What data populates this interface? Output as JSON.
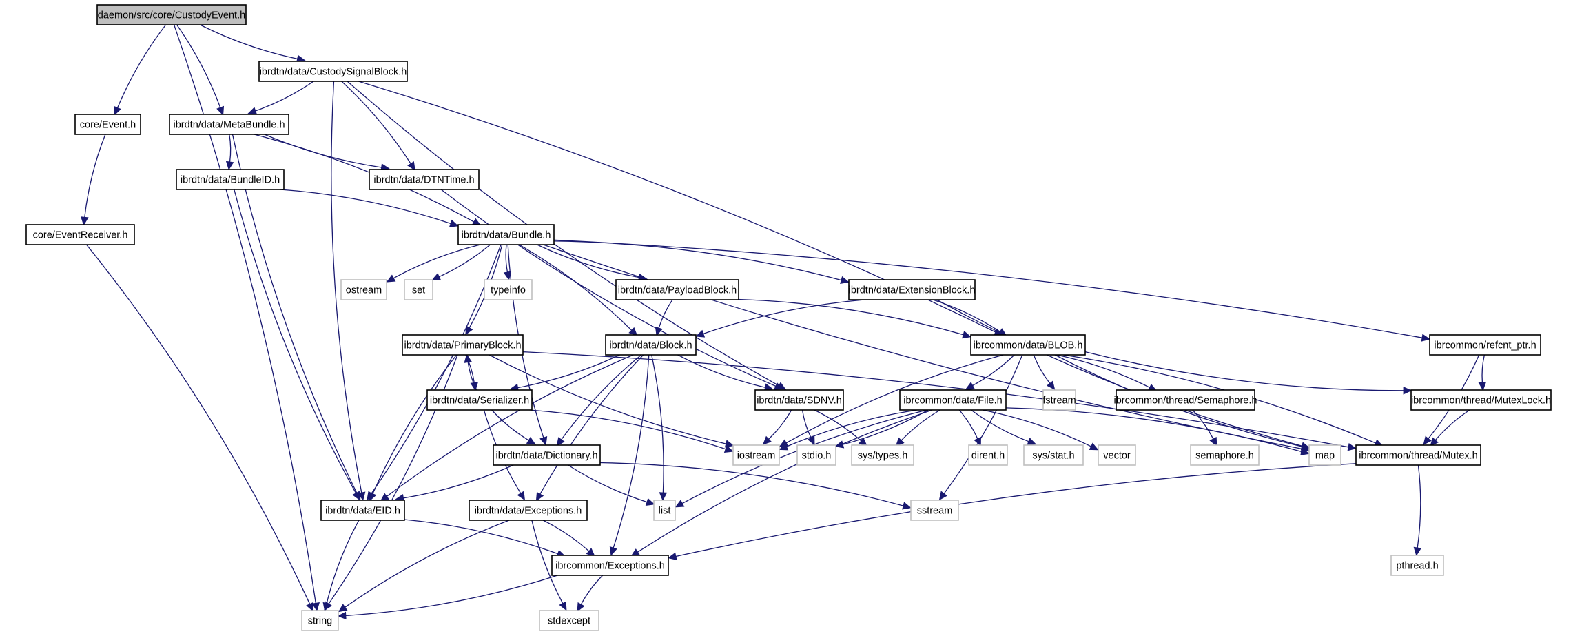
{
  "diagram": {
    "title": "daemon/src/core/CustodyEvent.h",
    "type": "include-dependency-graph",
    "colors": {
      "edge": "#191970",
      "root_fill": "#bfbfbf",
      "root_border": "#000000",
      "documented_border": "#000000",
      "external_border": "#bfbfbf",
      "node_fill": "#ffffff"
    },
    "nodes": [
      {
        "id": "custodyevent",
        "label": "daemon/src/core/CustodyEvent.h",
        "kind": "root"
      },
      {
        "id": "custodysignalblock",
        "label": "ibrdtn/data/CustodySignalBlock.h",
        "kind": "documented"
      },
      {
        "id": "event",
        "label": "core/Event.h",
        "kind": "documented"
      },
      {
        "id": "metabundle",
        "label": "ibrdtn/data/MetaBundle.h",
        "kind": "documented"
      },
      {
        "id": "bundleid",
        "label": "ibrdtn/data/BundleID.h",
        "kind": "documented"
      },
      {
        "id": "dtntime",
        "label": "ibrdtn/data/DTNTime.h",
        "kind": "documented"
      },
      {
        "id": "eventreceiver",
        "label": "core/EventReceiver.h",
        "kind": "documented"
      },
      {
        "id": "bundle",
        "label": "ibrdtn/data/Bundle.h",
        "kind": "documented"
      },
      {
        "id": "ostream",
        "label": "ostream",
        "kind": "external"
      },
      {
        "id": "set",
        "label": "set",
        "kind": "external"
      },
      {
        "id": "typeinfo",
        "label": "typeinfo",
        "kind": "external"
      },
      {
        "id": "payloadblock",
        "label": "ibrdtn/data/PayloadBlock.h",
        "kind": "documented"
      },
      {
        "id": "extensionblock",
        "label": "ibrdtn/data/ExtensionBlock.h",
        "kind": "documented"
      },
      {
        "id": "refcnt",
        "label": "ibrcommon/refcnt_ptr.h",
        "kind": "documented"
      },
      {
        "id": "primaryblock",
        "label": "ibrdtn/data/PrimaryBlock.h",
        "kind": "documented"
      },
      {
        "id": "block",
        "label": "ibrdtn/data/Block.h",
        "kind": "documented"
      },
      {
        "id": "blob",
        "label": "ibrcommon/data/BLOB.h",
        "kind": "documented"
      },
      {
        "id": "serializer",
        "label": "ibrdtn/data/Serializer.h",
        "kind": "documented"
      },
      {
        "id": "sdnv",
        "label": "ibrdtn/data/SDNV.h",
        "kind": "documented"
      },
      {
        "id": "file",
        "label": "ibrcommon/data/File.h",
        "kind": "documented"
      },
      {
        "id": "fstream",
        "label": "fstream",
        "kind": "external"
      },
      {
        "id": "semaphore",
        "label": "ibrcommon/thread/Semaphore.h",
        "kind": "documented"
      },
      {
        "id": "mutexlock",
        "label": "ibrcommon/thread/MutexLock.h",
        "kind": "documented"
      },
      {
        "id": "dictionary",
        "label": "ibrdtn/data/Dictionary.h",
        "kind": "documented"
      },
      {
        "id": "iostream",
        "label": "iostream",
        "kind": "external"
      },
      {
        "id": "stdio",
        "label": "stdio.h",
        "kind": "external"
      },
      {
        "id": "systypes",
        "label": "sys/types.h",
        "kind": "external"
      },
      {
        "id": "dirent",
        "label": "dirent.h",
        "kind": "external"
      },
      {
        "id": "sysstat",
        "label": "sys/stat.h",
        "kind": "external"
      },
      {
        "id": "vector",
        "label": "vector",
        "kind": "external"
      },
      {
        "id": "semaphoreh",
        "label": "semaphore.h",
        "kind": "external"
      },
      {
        "id": "map",
        "label": "map",
        "kind": "external"
      },
      {
        "id": "mutex",
        "label": "ibrcommon/thread/Mutex.h",
        "kind": "documented"
      },
      {
        "id": "eid",
        "label": "ibrdtn/data/EID.h",
        "kind": "documented"
      },
      {
        "id": "dtnexceptions",
        "label": "ibrdtn/data/Exceptions.h",
        "kind": "documented"
      },
      {
        "id": "list",
        "label": "list",
        "kind": "external"
      },
      {
        "id": "sstream",
        "label": "sstream",
        "kind": "external"
      },
      {
        "id": "pthread",
        "label": "pthread.h",
        "kind": "external"
      },
      {
        "id": "commonexceptions",
        "label": "ibrcommon/Exceptions.h",
        "kind": "documented"
      },
      {
        "id": "string",
        "label": "string",
        "kind": "external"
      },
      {
        "id": "stdexcept",
        "label": "stdexcept",
        "kind": "external"
      }
    ],
    "edges": [
      [
        "custodyevent",
        "string"
      ],
      [
        "custodyevent",
        "event"
      ],
      [
        "custodyevent",
        "metabundle"
      ],
      [
        "custodyevent",
        "custodysignalblock"
      ],
      [
        "custodysignalblock",
        "metabundle"
      ],
      [
        "custodysignalblock",
        "eid"
      ],
      [
        "custodysignalblock",
        "dtntime"
      ],
      [
        "custodysignalblock",
        "sdnv"
      ],
      [
        "custodysignalblock",
        "blob"
      ],
      [
        "event",
        "eventreceiver"
      ],
      [
        "eventreceiver",
        "string"
      ],
      [
        "metabundle",
        "eid"
      ],
      [
        "metabundle",
        "bundleid"
      ],
      [
        "metabundle",
        "dtntime"
      ],
      [
        "metabundle",
        "bundle"
      ],
      [
        "bundleid",
        "eid"
      ],
      [
        "bundleid",
        "bundle"
      ],
      [
        "dtntime",
        "sdnv"
      ],
      [
        "bundle",
        "eid"
      ],
      [
        "bundle",
        "ostream"
      ],
      [
        "bundle",
        "set"
      ],
      [
        "bundle",
        "typeinfo"
      ],
      [
        "bundle",
        "primaryblock"
      ],
      [
        "bundle",
        "dictionary"
      ],
      [
        "bundle",
        "block"
      ],
      [
        "bundle",
        "payloadblock"
      ],
      [
        "bundle",
        "extensionblock"
      ],
      [
        "bundle",
        "map"
      ],
      [
        "bundle",
        "refcnt"
      ],
      [
        "payloadblock",
        "block"
      ],
      [
        "payloadblock",
        "blob"
      ],
      [
        "extensionblock",
        "block"
      ],
      [
        "extensionblock",
        "blob"
      ],
      [
        "extensionblock",
        "map"
      ],
      [
        "primaryblock",
        "string"
      ],
      [
        "primaryblock",
        "eid"
      ],
      [
        "primaryblock",
        "serializer"
      ],
      [
        "primaryblock",
        "iostream"
      ],
      [
        "primaryblock",
        "mutex"
      ],
      [
        "block",
        "eid"
      ],
      [
        "block",
        "serializer"
      ],
      [
        "block",
        "dictionary"
      ],
      [
        "block",
        "list"
      ],
      [
        "block",
        "dtnexceptions"
      ],
      [
        "block",
        "commonexceptions"
      ],
      [
        "block",
        "sdnv"
      ],
      [
        "serializer",
        "primaryblock"
      ],
      [
        "serializer",
        "dictionary"
      ],
      [
        "serializer",
        "iostream"
      ],
      [
        "serializer",
        "dtnexceptions"
      ],
      [
        "sdnv",
        "iostream"
      ],
      [
        "sdnv",
        "stdio"
      ],
      [
        "sdnv",
        "systypes"
      ],
      [
        "blob",
        "iostream"
      ],
      [
        "blob",
        "file"
      ],
      [
        "blob",
        "fstream"
      ],
      [
        "blob",
        "semaphore"
      ],
      [
        "blob",
        "mutexlock"
      ],
      [
        "blob",
        "mutex"
      ],
      [
        "blob",
        "map"
      ],
      [
        "blob",
        "sstream"
      ],
      [
        "file",
        "iostream"
      ],
      [
        "file",
        "stdio"
      ],
      [
        "file",
        "systypes"
      ],
      [
        "file",
        "dirent"
      ],
      [
        "file",
        "sysstat"
      ],
      [
        "file",
        "vector"
      ],
      [
        "file",
        "list"
      ],
      [
        "file",
        "map"
      ],
      [
        "file",
        "commonexceptions"
      ],
      [
        "semaphore",
        "semaphoreh"
      ],
      [
        "refcnt",
        "mutexlock"
      ],
      [
        "refcnt",
        "mutex"
      ],
      [
        "mutexlock",
        "mutex"
      ],
      [
        "mutex",
        "pthread"
      ],
      [
        "mutex",
        "commonexceptions"
      ],
      [
        "dictionary",
        "eid"
      ],
      [
        "dictionary",
        "list"
      ],
      [
        "dictionary",
        "sstream"
      ],
      [
        "eid",
        "string"
      ],
      [
        "eid",
        "commonexceptions"
      ],
      [
        "dtnexceptions",
        "string"
      ],
      [
        "dtnexceptions",
        "commonexceptions"
      ],
      [
        "dtnexceptions",
        "stdexcept"
      ],
      [
        "commonexceptions",
        "string"
      ],
      [
        "commonexceptions",
        "stdexcept"
      ]
    ]
  }
}
